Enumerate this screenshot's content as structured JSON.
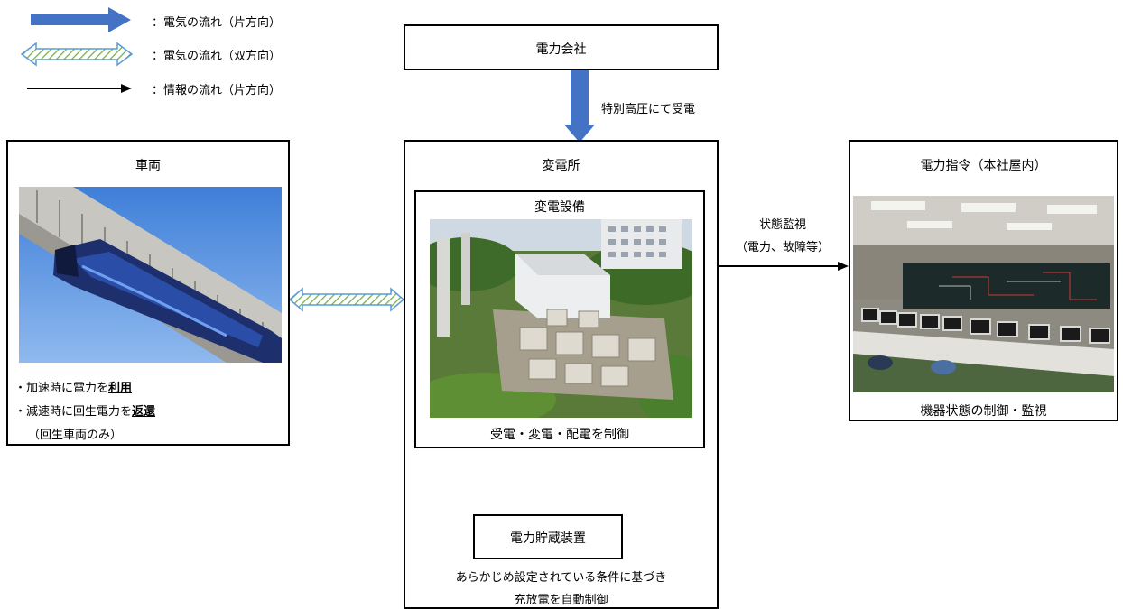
{
  "legend": {
    "electric_one_way": "：電気の流れ（片方向）",
    "electric_two_way": "：電気の流れ（双方向）",
    "info_one_way": "：情報の流れ（片方向）"
  },
  "power_company": {
    "title": "電力会社"
  },
  "receive_label": "特別高圧にて受電",
  "vehicle": {
    "title": "車両",
    "line1_pre": "・加速時に電力を",
    "line1_em": "利用",
    "line2_pre": "・減速時に回生電力を",
    "line2_em": "返還",
    "line3": "（回生車両のみ）"
  },
  "substation": {
    "title": "変電所",
    "equipment_title": "変電設備",
    "equipment_caption": "受電・変電・配電を制御"
  },
  "storage": {
    "title": "電力貯蔵装置",
    "caption1": "あらかじめ設定されている条件に基づき",
    "caption2": "充放電を自動制御"
  },
  "monitor_label": {
    "line1": "状態監視",
    "line2": "（電力、故障等）"
  },
  "command": {
    "title": "電力指令（本社屋内）",
    "caption": "機器状態の制御・監視"
  },
  "colors": {
    "blue_arrow": "#4472c4",
    "hatch_border": "#5b9bd5",
    "hatch_green": "#70ad47"
  }
}
